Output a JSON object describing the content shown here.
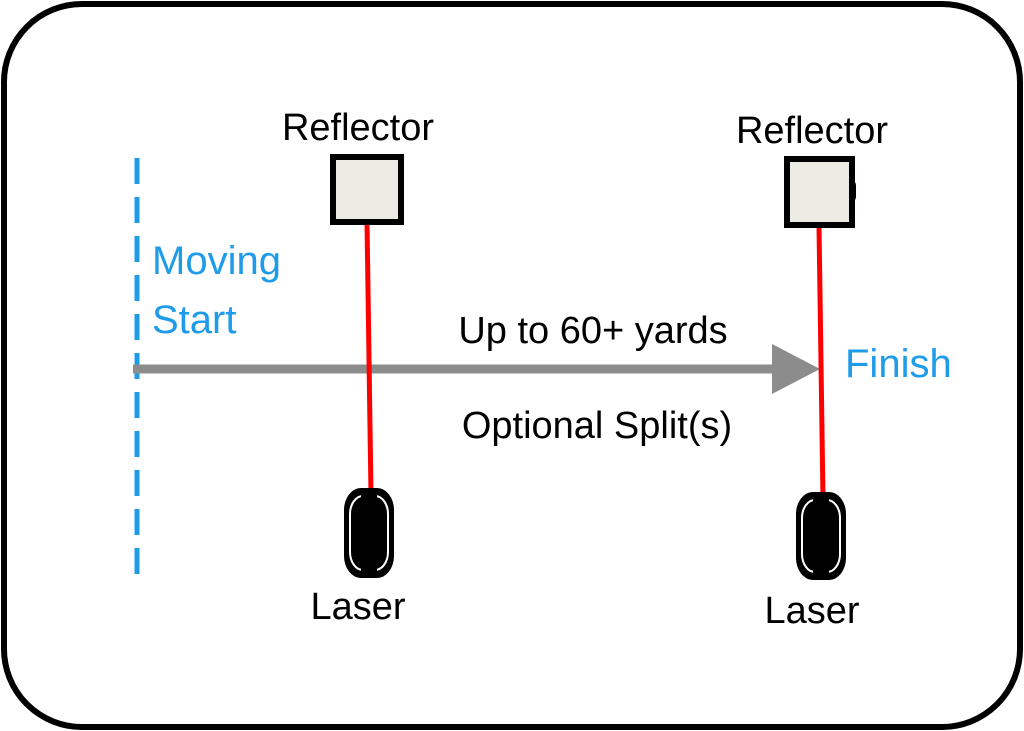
{
  "labels": {
    "reflector_1": "Reflector",
    "reflector_2": "Reflector",
    "laser_1": "Laser",
    "laser_2": "Laser",
    "moving_start_line1": "Moving",
    "moving_start_line2": "Start",
    "distance": "Up to 60+ yards",
    "splits": "Optional Split(s)",
    "finish": "Finish"
  },
  "colors": {
    "label_blue": "#1e9be9",
    "start_line": "#1e9be9",
    "beam": "#ff0000",
    "arrow": "#8c8c8c",
    "reflector_fill": "#ecebe3",
    "laser_fill": "#000000",
    "frame": "#000000"
  }
}
